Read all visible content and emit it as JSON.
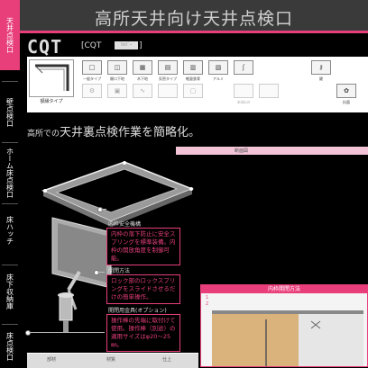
{
  "sidebar": {
    "tabs": [
      {
        "label": "天井点検口",
        "active": true
      },
      {
        "label": "壁点検口",
        "active": false
      },
      {
        "label": "ホーム床点検口",
        "active": false
      },
      {
        "label": "床ハッチ",
        "active": false
      },
      {
        "label": "床下収納庫",
        "active": false
      },
      {
        "label": "床点検口",
        "active": false
      }
    ]
  },
  "header": {
    "title": "高所天井向け天井点検口"
  },
  "product": {
    "code": "CQT",
    "series": "[CQT",
    "badge": "ｼﾙﾊﾞｰ",
    "close": "]"
  },
  "features": {
    "thumbnail_label": "額縁タイプ",
    "items": [
      {
        "label": "一般タイプ",
        "icon": "frame-icon",
        "active": true
      },
      {
        "label": "開口下地",
        "icon": "opening-icon",
        "active": true
      },
      {
        "label": "木下地",
        "icon": "wood-base-icon",
        "active": true
      },
      {
        "label": "気密タイプ",
        "icon": "airtight-icon",
        "active": true
      },
      {
        "label": "軽量鉄骨",
        "icon": "steel-icon",
        "active": true
      },
      {
        "label": "アルミ",
        "icon": "aluminum-icon",
        "active": true
      },
      {
        "label": "",
        "icon": "hook-icon",
        "active": true
      },
      {
        "label": "",
        "icon": "gear-icon",
        "active": false
      },
      {
        "label": "",
        "icon": "lock-icon",
        "active": false
      },
      {
        "label": "",
        "icon": "rope-icon",
        "active": false
      },
      {
        "label": "",
        "icon": "blank-icon",
        "active": false
      },
      {
        "label": "",
        "icon": "box-icon",
        "active": false
      },
      {
        "label": "本体Lot",
        "icon": "lot-icon",
        "active": false
      },
      {
        "label": "",
        "icon": "blank-icon",
        "active": false
      },
      {
        "label": "",
        "icon": "blank-icon",
        "active": false
      },
      {
        "label": "鍵",
        "icon": "key-icon",
        "active": true
      },
      {
        "label": "抗菌",
        "icon": "sekc-icon",
        "active": true
      }
    ]
  },
  "headline": {
    "prefix": "高所での",
    "main": "天井裏点検作業を簡略化。"
  },
  "pinkbar": {
    "label": "断面図"
  },
  "callouts": [
    {
      "heading": "内枠安全機構",
      "body": "内枠の落下防止に安全スプリングを標準装備。内枠の開放角度を制御可能。"
    },
    {
      "heading": "開閉方法",
      "body": "ロック部のロックスプリングをスライドさせるだけの簡単操作。"
    },
    {
      "heading": "開閉用金具(オプション)",
      "body": "操作棒の先端に取付けて使用。操作棒（別途）の適用サイズはφ20～25㎜。"
    }
  ],
  "diagram": {
    "title": "内枠開閉方法",
    "steps": [
      "1",
      "2"
    ]
  },
  "table": {
    "columns": [
      "部材",
      "材質",
      "仕上"
    ]
  },
  "colors": {
    "accent": "#e83f7b",
    "band": "#3a3a3a",
    "background": "#000000"
  }
}
